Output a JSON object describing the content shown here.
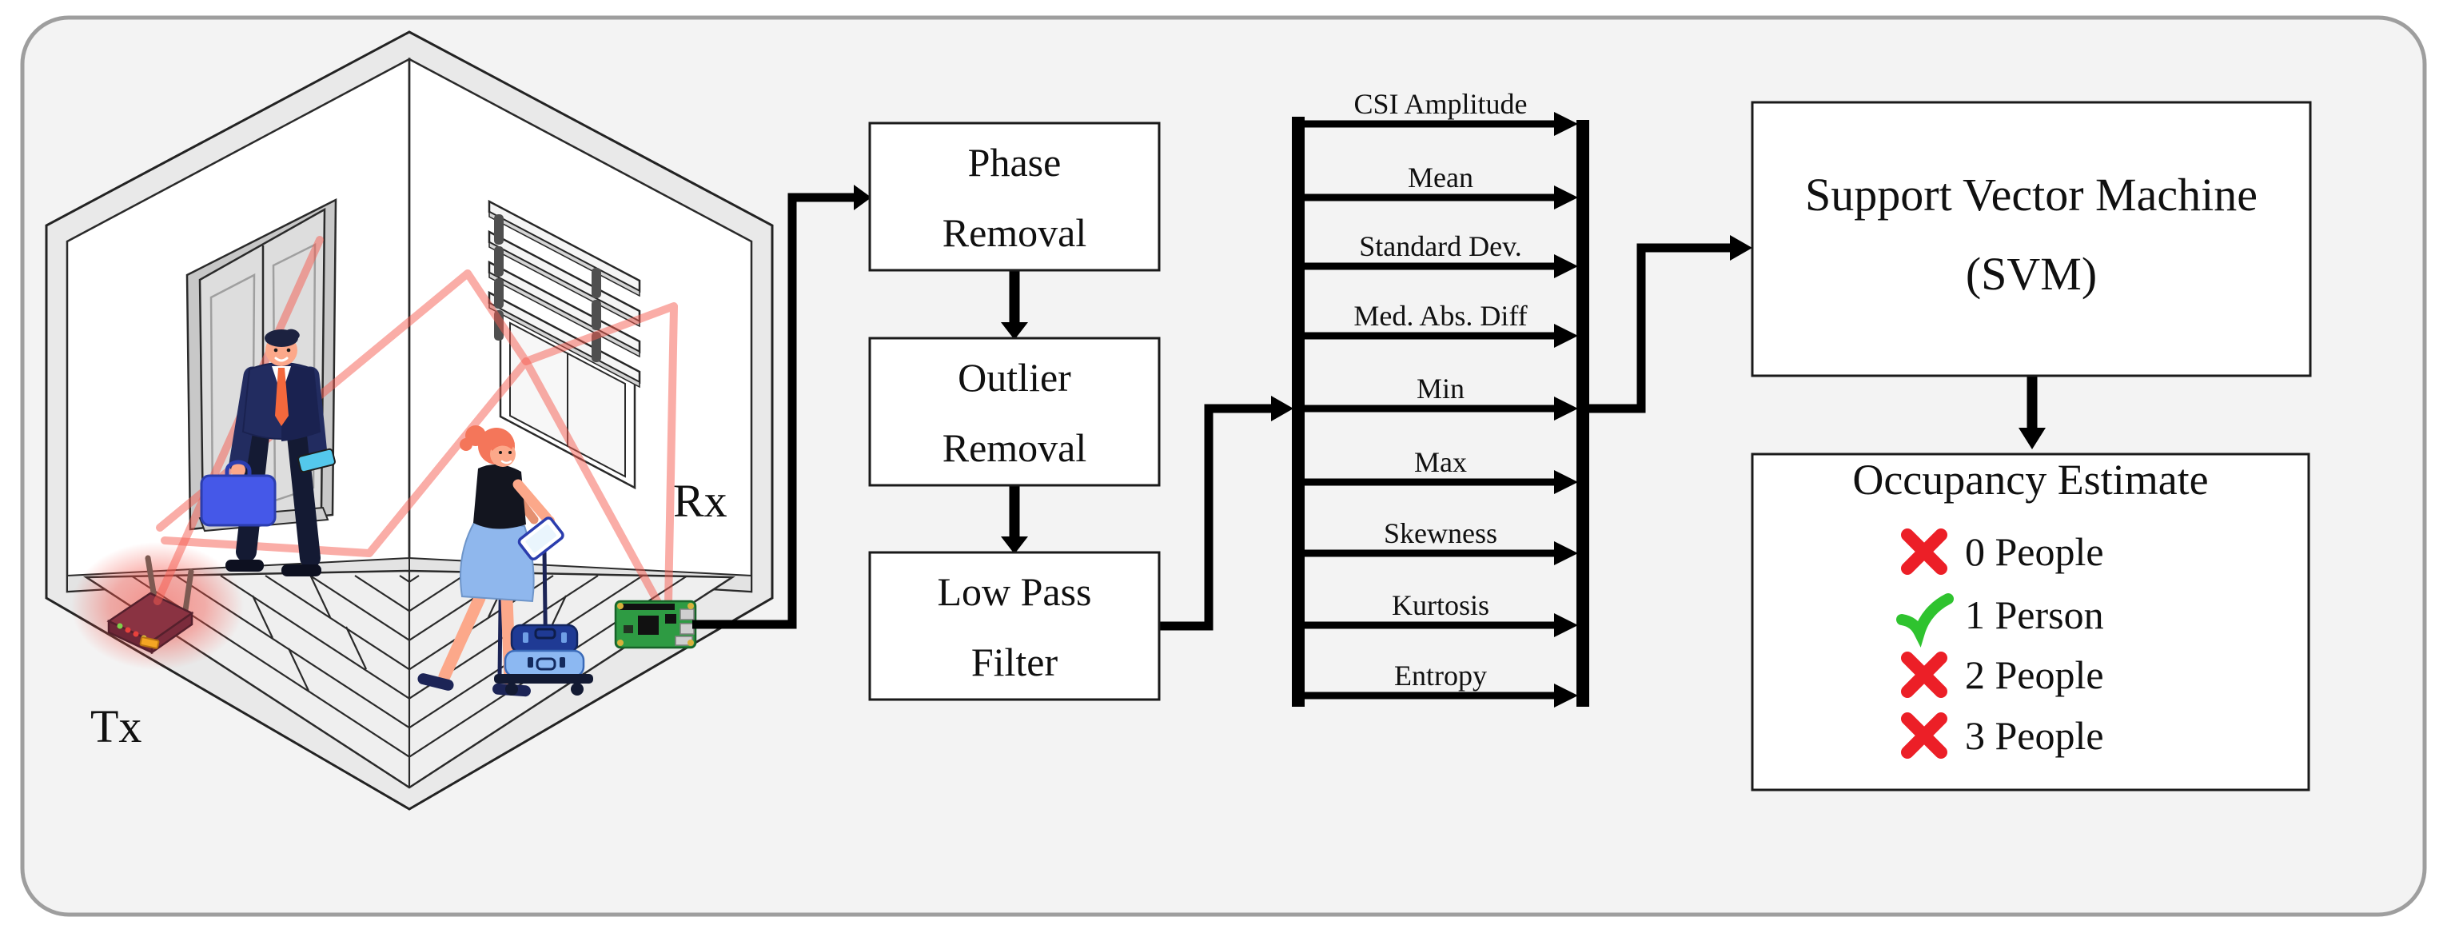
{
  "figure": {
    "panel_fill": "#f3f3f3",
    "panel_border": "#9e9e9e",
    "line_color": "#000000"
  },
  "room": {
    "tx_label": "Tx",
    "rx_label": "Rx",
    "signal_color": "#f55c50",
    "elements": [
      "wifi-router-tx",
      "raspberry-pi-rx",
      "man-with-briefcase",
      "woman-with-cart",
      "door",
      "window-blinds",
      "multipath-signal-lines"
    ]
  },
  "pipeline": {
    "boxes": [
      {
        "id": "phase-removal",
        "line1": "Phase",
        "line2": "Removal"
      },
      {
        "id": "outlier-removal",
        "line1": "Outlier",
        "line2": "Removal"
      },
      {
        "id": "low-pass-filter",
        "line1": "Low Pass",
        "line2": "Filter"
      }
    ]
  },
  "features": {
    "items": [
      "CSI Amplitude",
      "Mean",
      "Standard Dev.",
      "Med. Abs. Diff",
      "Min",
      "Max",
      "Skewness",
      "Kurtosis",
      "Entropy"
    ]
  },
  "classifier": {
    "line1": "Support Vector Machine",
    "line2": "(SVM)"
  },
  "occupancy": {
    "title": "Occupancy Estimate",
    "items": [
      {
        "icon": "cross",
        "label": "0 People"
      },
      {
        "icon": "check",
        "label": "1 Person"
      },
      {
        "icon": "cross",
        "label": "2 People"
      },
      {
        "icon": "cross",
        "label": "3 People"
      }
    ],
    "cross_color": "#ec1f27",
    "check_color": "#2fc32f"
  }
}
